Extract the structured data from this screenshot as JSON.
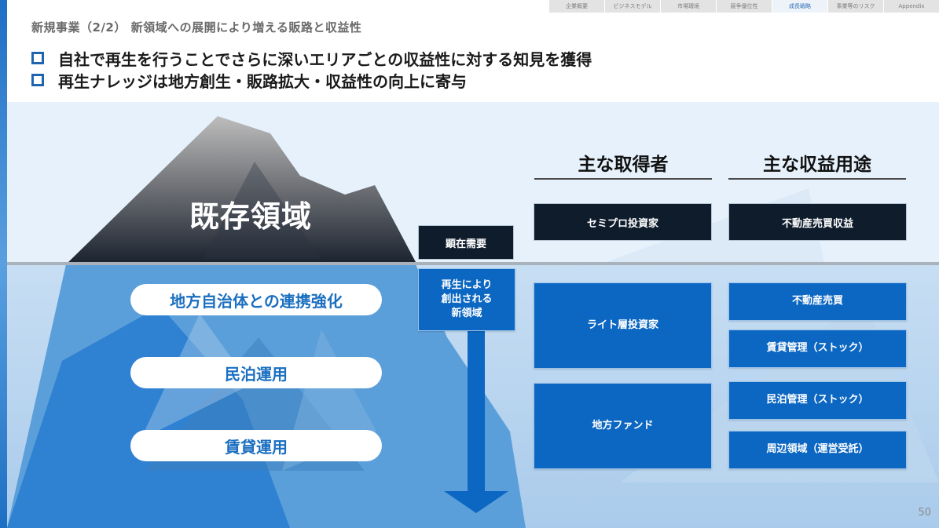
{
  "nav": {
    "tabs": [
      {
        "label": "企業概要",
        "active": false
      },
      {
        "label": "ビジネスモデル",
        "active": false
      },
      {
        "label": "市場環境",
        "active": false
      },
      {
        "label": "競争優位性",
        "active": false
      },
      {
        "label": "成長戦略",
        "active": true
      },
      {
        "label": "事業等のリスク",
        "active": false
      },
      {
        "label": "Appendix",
        "active": false
      }
    ]
  },
  "title": "新規事業（2/2） 新領域への展開により増える販路と収益性",
  "bullets": [
    "自社で再生を行うことでさらに深いエリアごとの収益性に対する知見を獲得",
    "再生ナレッジは地方創生・販路拡大・収益性の向上に寄与"
  ],
  "iceberg": {
    "existing_label": "既存領域",
    "pills": [
      "地方自治体との連携強化",
      "民泊運用",
      "賃貸運用"
    ]
  },
  "flow": {
    "visible_demand": "顕在需要",
    "new_area": [
      "再生により",
      "創出される",
      "新領域"
    ]
  },
  "columns": {
    "acquirers_heading": "主な取得者",
    "revenue_heading": "主な収益用途"
  },
  "above": {
    "acquirer": "セミプロ投資家",
    "revenue": "不動産売買収益"
  },
  "below": {
    "acquirers": [
      "ライト層投資家",
      "地方ファンド"
    ],
    "revenues": [
      "不動産売買",
      "賃貸管理（ストック）",
      "民泊管理（ストック）",
      "周辺領域（運営受託）"
    ]
  },
  "colors": {
    "brand_blue": "#0c67c2",
    "dark_navy": "#0f1c2c",
    "sky": "#e6f1fb",
    "water": "#b8d6f0"
  },
  "page_number": "50"
}
